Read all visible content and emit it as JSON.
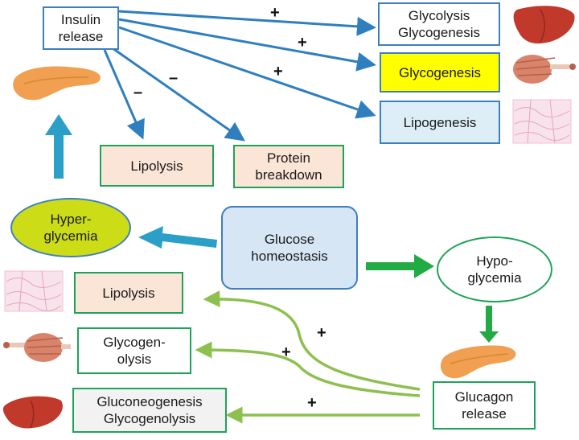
{
  "nodes": {
    "insulin_release": "Insulin\nrelease",
    "glycolysis_glycogenesis": "Glycolysis\nGlycogenesis",
    "glycogenesis": "Glycogenesis",
    "lipogenesis": "Lipogenesis",
    "lipolysis_top": "Lipolysis",
    "protein_breakdown": "Protein\nbreakdown",
    "hyperglycemia": "Hyper-\nglycemia",
    "glucose_homeostasis": "Glucose\nhomeostasis",
    "hypoglycemia": "Hypo-\nglycemia",
    "lipolysis_bottom": "Lipolysis",
    "glycogenolysis": "Glycogen-\nolysis",
    "gluconeogenesis_glycogenolysis": "Gluconeogenesis\nGlycogenolysis",
    "glucagon_release": "Glucagon\nrelease"
  },
  "signs": {
    "to_glycolysis": "+",
    "to_glycogenesis": "+",
    "to_lipogenesis": "+",
    "to_lipolysis_top": "–",
    "to_protein_breakdown": "–",
    "to_lipolysis_bottom": "+",
    "to_glycogenolysis": "+",
    "to_gluconeogenesis": "+"
  },
  "colors": {
    "blue_arrow": "#2f7fbf",
    "cyan_arrow": "#2a9fc8",
    "green_arrow": "#22aa44",
    "olive_arrow": "#8dc04f",
    "liver": "#c0392b",
    "pancreas": "#f0a050",
    "muscle": "#d9846a"
  },
  "icons": [
    "liver-icon",
    "muscle-icon",
    "fat-tissue-icon",
    "pancreas-icon"
  ]
}
